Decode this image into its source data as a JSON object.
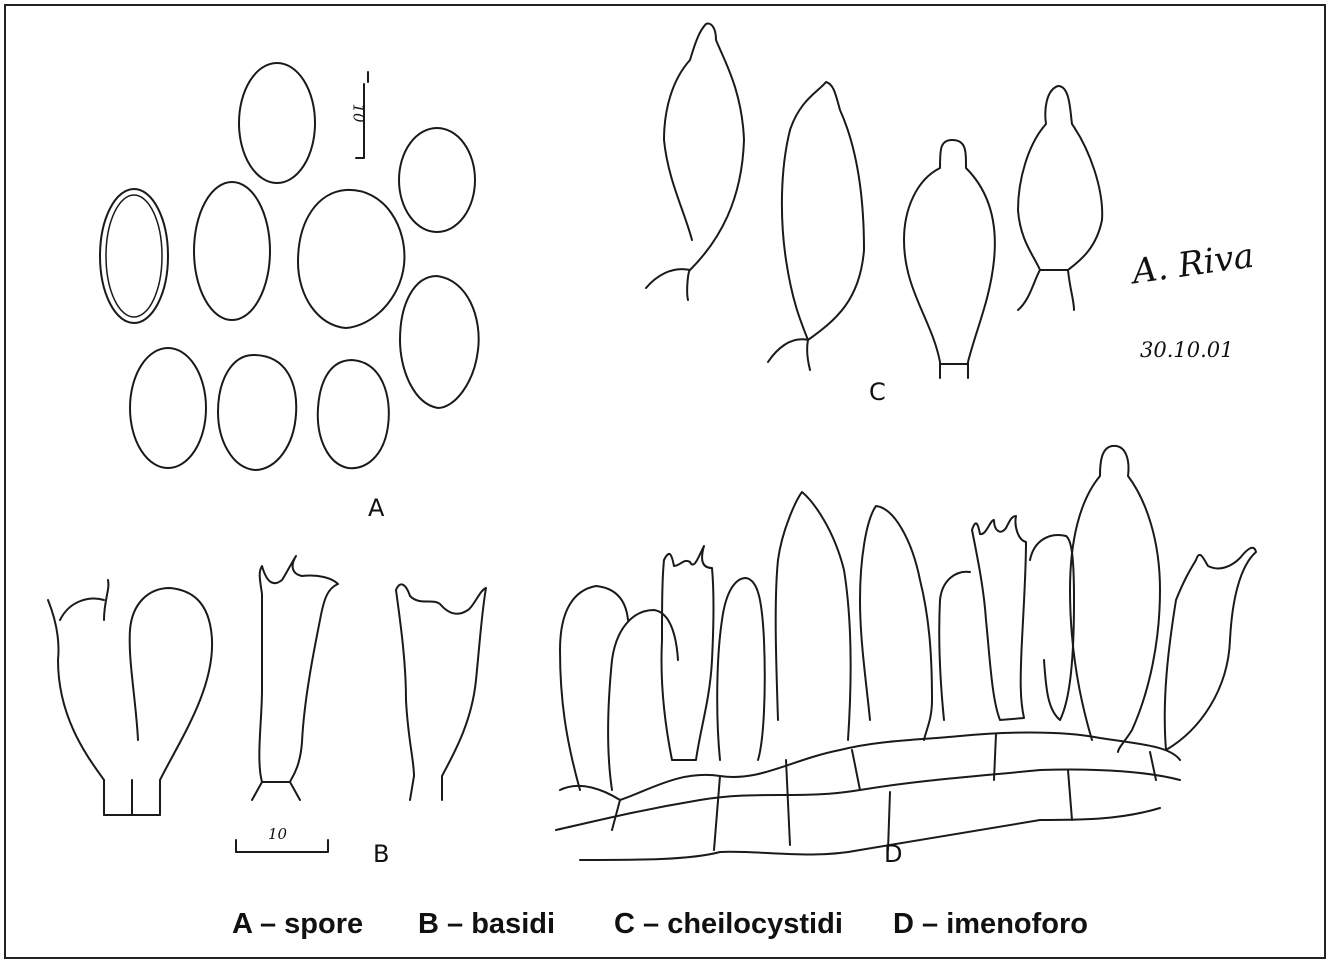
{
  "panels": {
    "A": {
      "label": "A",
      "scale_label": "10"
    },
    "B": {
      "label": "B",
      "scale_label": "10"
    },
    "C": {
      "label": "C"
    },
    "D": {
      "label": "D"
    }
  },
  "signature": {
    "name": "A. Riva",
    "date": "30.10.01"
  },
  "legend": [
    {
      "key": "A",
      "sep": "–",
      "text": "spore"
    },
    {
      "key": "B",
      "sep": "–",
      "text": "basidi"
    },
    {
      "key": "C",
      "sep": "–",
      "text": "cheilocystidi"
    },
    {
      "key": "D",
      "sep": "–",
      "text": "imenoforo"
    }
  ]
}
